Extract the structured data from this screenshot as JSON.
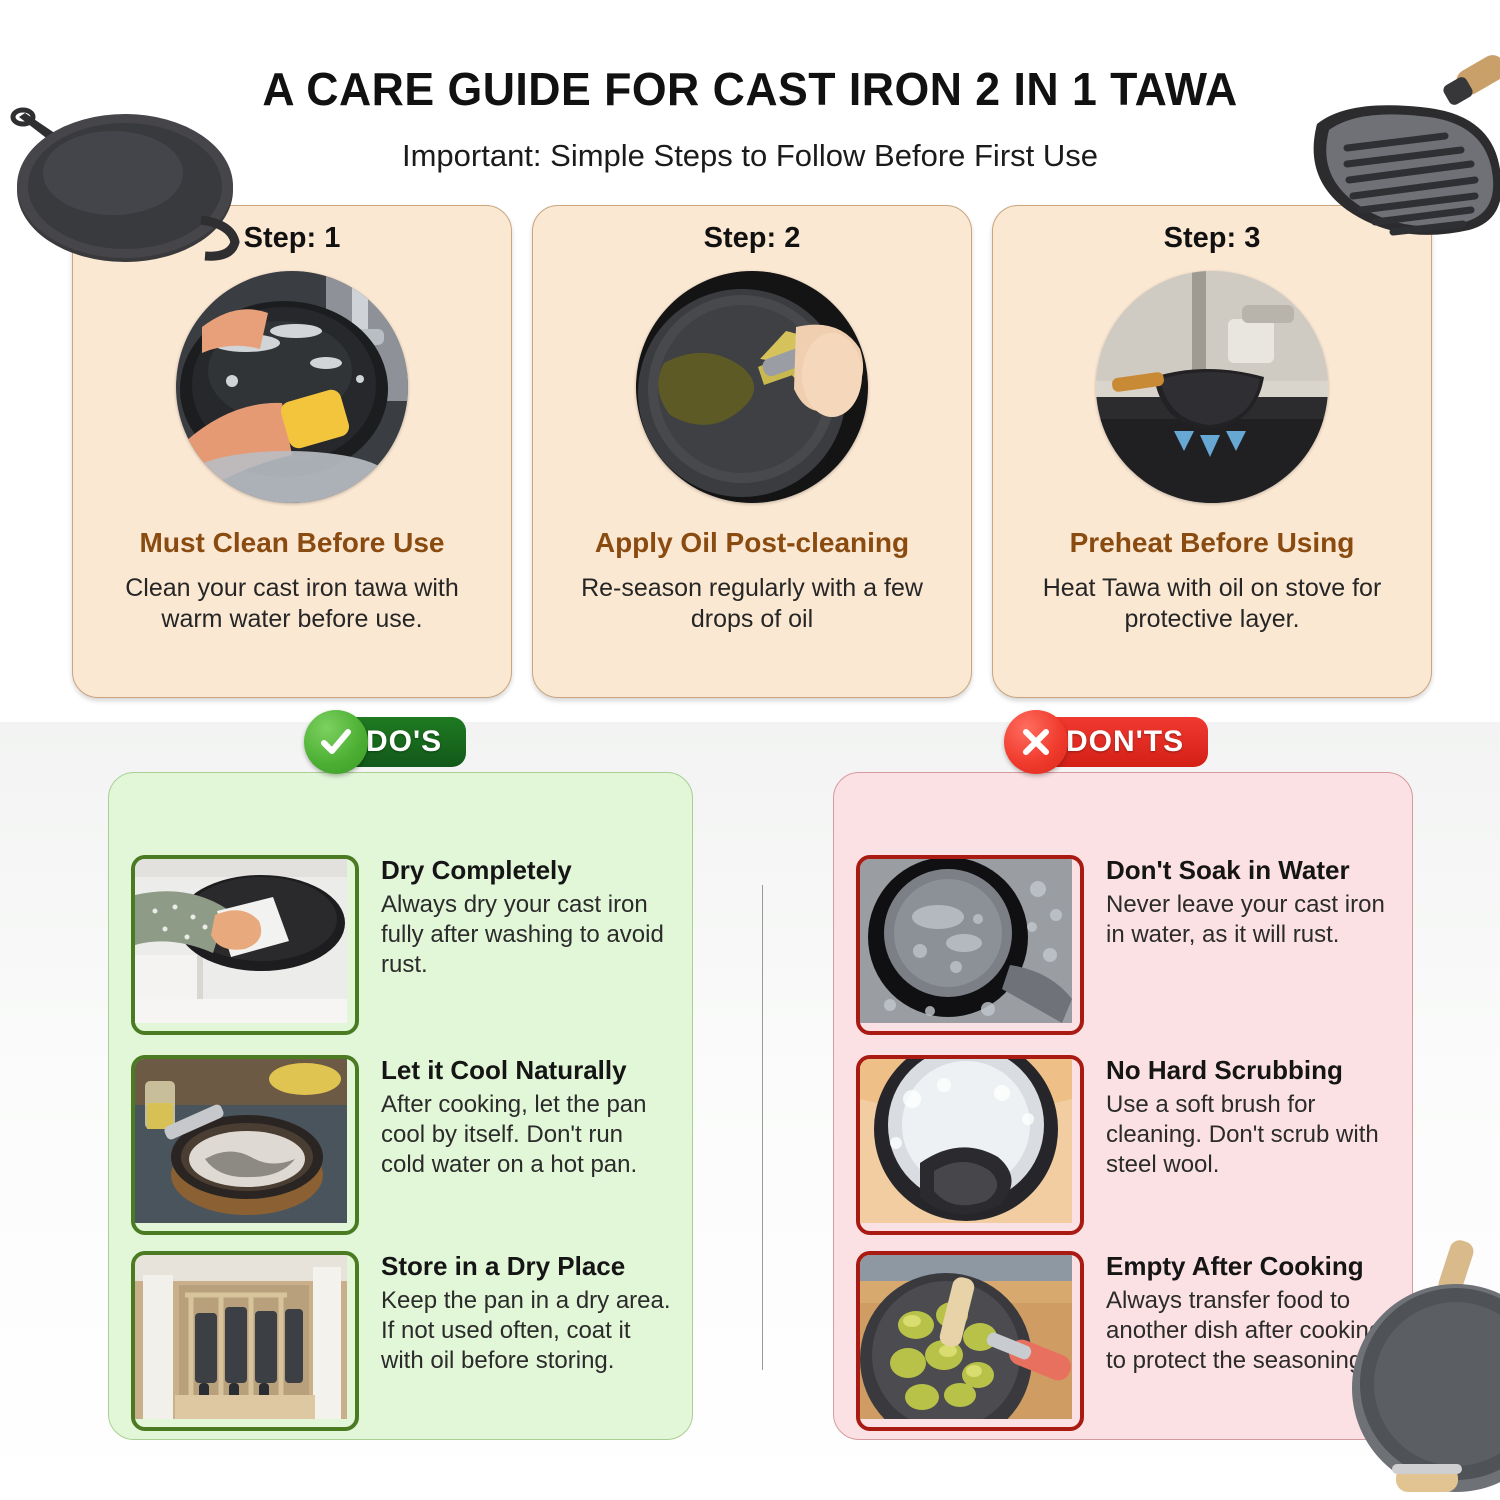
{
  "header": {
    "title": "A CARE GUIDE FOR CAST IRON 2 IN 1 TAWA",
    "subtitle": "Important: Simple Steps to Follow Before First Use"
  },
  "colors": {
    "step_card_bg": "#fbe8d3",
    "step_card_border": "#caa57d",
    "step_heading": "#8a4b11",
    "do_panel_bg": "#e2f6d8",
    "do_accent": "#12591a",
    "dont_panel_bg": "#fbe1e3",
    "dont_accent": "#d41f16",
    "page_bg": "#ffffff"
  },
  "steps": [
    {
      "label": "Step: 1",
      "heading": "Must Clean Before Use",
      "description": "Clean your cast iron tawa with warm water before use.",
      "image_name": "washing-tawa-with-sponge-photo"
    },
    {
      "label": "Step: 2",
      "heading": "Apply Oil Post-cleaning",
      "description": "Re-season regularly with a few drops of oil",
      "image_name": "pouring-oil-into-pan-photo"
    },
    {
      "label": "Step: 3",
      "heading": "Preheat Before Using",
      "description": "Heat Tawa with oil on stove for protective layer.",
      "image_name": "pan-heating-on-gas-stove-photo"
    }
  ],
  "dos": {
    "badge_label": "DO'S",
    "badge_icon": "check-icon",
    "items": [
      {
        "title": "Dry Completely",
        "body": "Always dry your cast iron fully after washing to avoid rust.",
        "image_name": "drying-pan-with-towel-photo"
      },
      {
        "title": "Let it Cool Naturally",
        "body": "After cooking, let the pan cool by itself. Don't run cold water on a hot pan.",
        "image_name": "pan-cooling-on-wooden-board-photo"
      },
      {
        "title": "Store in a Dry Place",
        "body": "Keep the pan in a dry area. If not used often, coat it with oil before storing.",
        "image_name": "pans-stored-in-cabinet-rack-photo"
      }
    ]
  },
  "donts": {
    "badge_label": "DON'TS",
    "badge_icon": "cross-icon",
    "items": [
      {
        "title": "Don't Soak in Water",
        "body": "Never leave your cast iron in water, as it will rust.",
        "image_name": "skillet-soaking-in-water-photo"
      },
      {
        "title": "No Hard Scrubbing",
        "body": "Use a soft brush for cleaning. Don't scrub with steel wool.",
        "image_name": "scrubbing-pan-with-steel-wool-photo"
      },
      {
        "title": "Empty After Cooking",
        "body": "Always transfer food to another dish after cooking to protect the seasoning.",
        "image_name": "food-left-in-pan-photo"
      }
    ]
  },
  "decorations": [
    {
      "name": "flat-tawa-top-left",
      "label": "cast iron flat tawa"
    },
    {
      "name": "grill-pan-top-right",
      "label": "cast iron grill pan"
    },
    {
      "name": "skillet-bottom-right",
      "label": "cast iron skillet"
    }
  ]
}
